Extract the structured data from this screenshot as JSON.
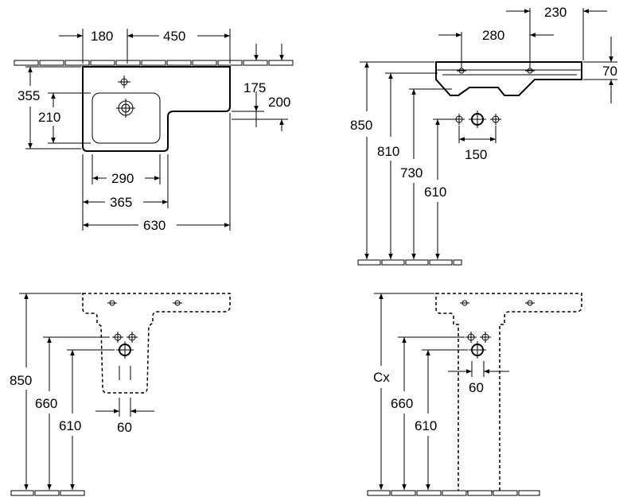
{
  "views": {
    "top": {
      "dims": {
        "d180": "180",
        "d450": "450",
        "d355": "355",
        "d210": "210",
        "d175": "175",
        "d200": "200",
        "d290": "290",
        "d365": "365",
        "d630": "630"
      }
    },
    "side": {
      "dims": {
        "d230": "230",
        "d280": "280",
        "d70": "70",
        "d850": "850",
        "d810": "810",
        "d730": "730",
        "d610": "610",
        "d150": "150"
      }
    },
    "front_half_pedestal": {
      "dims": {
        "d850": "850",
        "d660": "660",
        "d610": "610",
        "d60": "60"
      }
    },
    "front_full_pedestal": {
      "dims": {
        "dcx": "Cx",
        "d660": "660",
        "d610": "610",
        "d60": "60"
      }
    }
  }
}
